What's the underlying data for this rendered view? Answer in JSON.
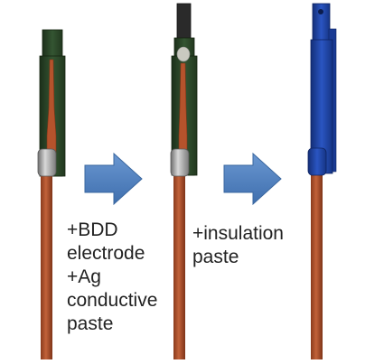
{
  "steps": [
    {
      "label_lines": [
        "+BDD",
        "electrode",
        "+Ag",
        "conductive",
        "paste"
      ]
    },
    {
      "label_lines": [
        "+insulation",
        "paste"
      ]
    }
  ],
  "colors": {
    "copper_wire": "#b5532c",
    "copper_wire_dark": "#7e3418",
    "pcb_green": "#2e4a2a",
    "pcb_green_dark": "#1c2f1a",
    "sleeve_silver": "#9c9c9c",
    "arrow_blue": "#4f81bd",
    "insulation_blue": "#1f45a8",
    "insulation_blue_dark": "#142f78",
    "bdd_chip_black": "#2a2a2a"
  }
}
